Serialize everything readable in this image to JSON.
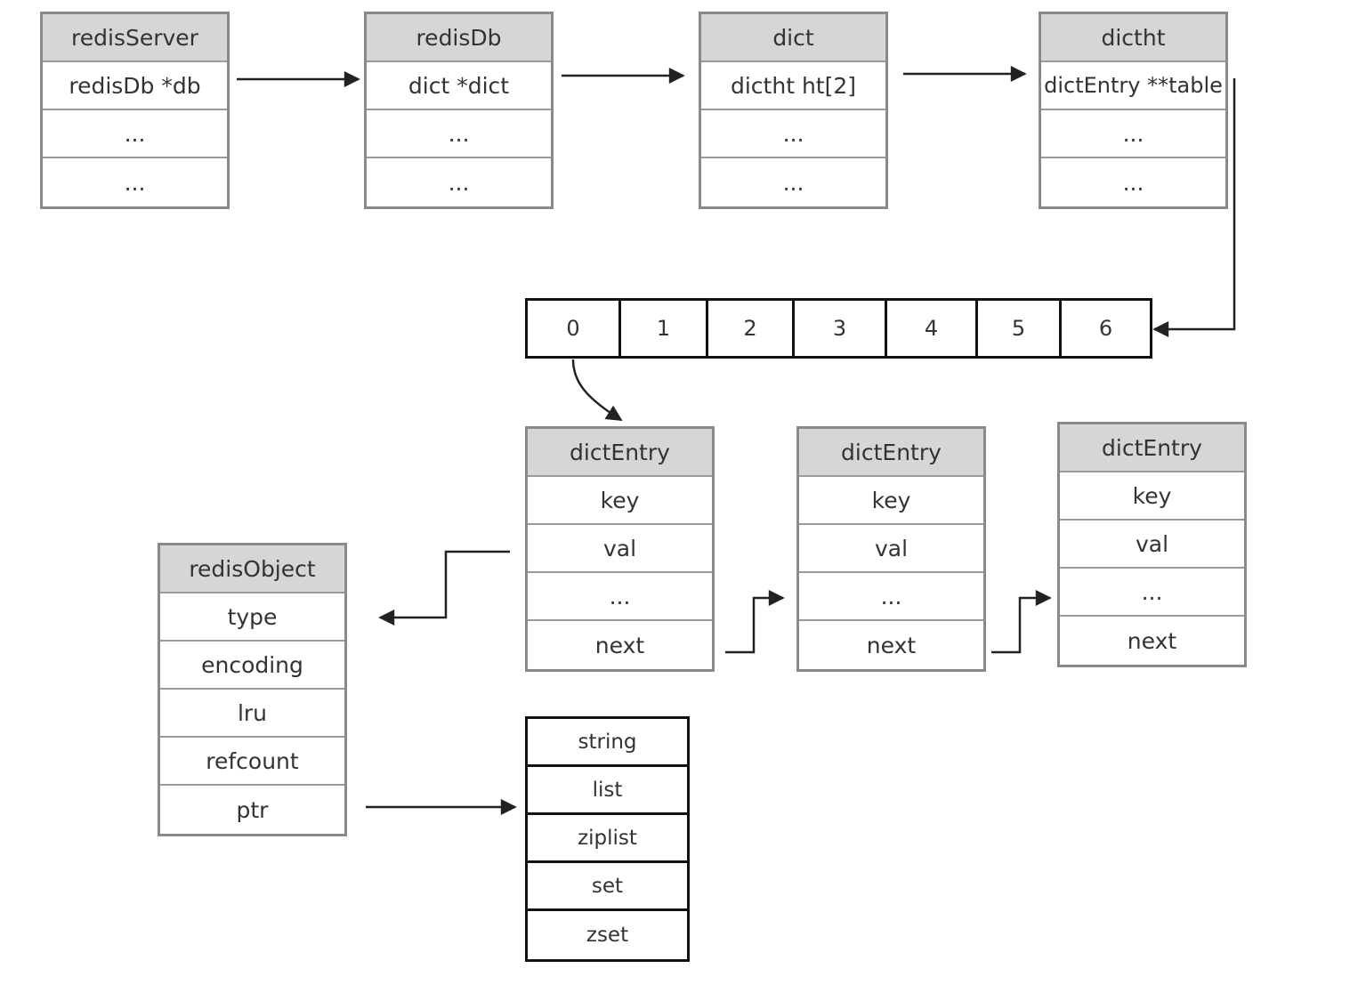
{
  "redisServer": {
    "title": "redisServer",
    "rows": [
      "redisDb *db",
      "...",
      "..."
    ]
  },
  "redisDb": {
    "title": "redisDb",
    "rows": [
      "dict *dict",
      "...",
      "..."
    ]
  },
  "dict": {
    "title": "dict",
    "rows": [
      "dictht ht[2]",
      "...",
      "..."
    ]
  },
  "dictht": {
    "title": "dictht",
    "rows": [
      "dictEntry **table",
      "...",
      "..."
    ]
  },
  "buckets": [
    "0",
    "1",
    "2",
    "3",
    "4",
    "5",
    "6"
  ],
  "dictEntries": [
    {
      "title": "dictEntry",
      "rows": [
        "key",
        "val",
        "...",
        "next"
      ]
    },
    {
      "title": "dictEntry",
      "rows": [
        "key",
        "val",
        "...",
        "next"
      ]
    },
    {
      "title": "dictEntry",
      "rows": [
        "key",
        "val",
        "...",
        "next"
      ]
    }
  ],
  "redisObject": {
    "title": "redisObject",
    "rows": [
      "type",
      "encoding",
      "lru",
      "refcount",
      "ptr"
    ]
  },
  "encodings": [
    "string",
    "list",
    "ziplist",
    "set",
    "zset"
  ]
}
